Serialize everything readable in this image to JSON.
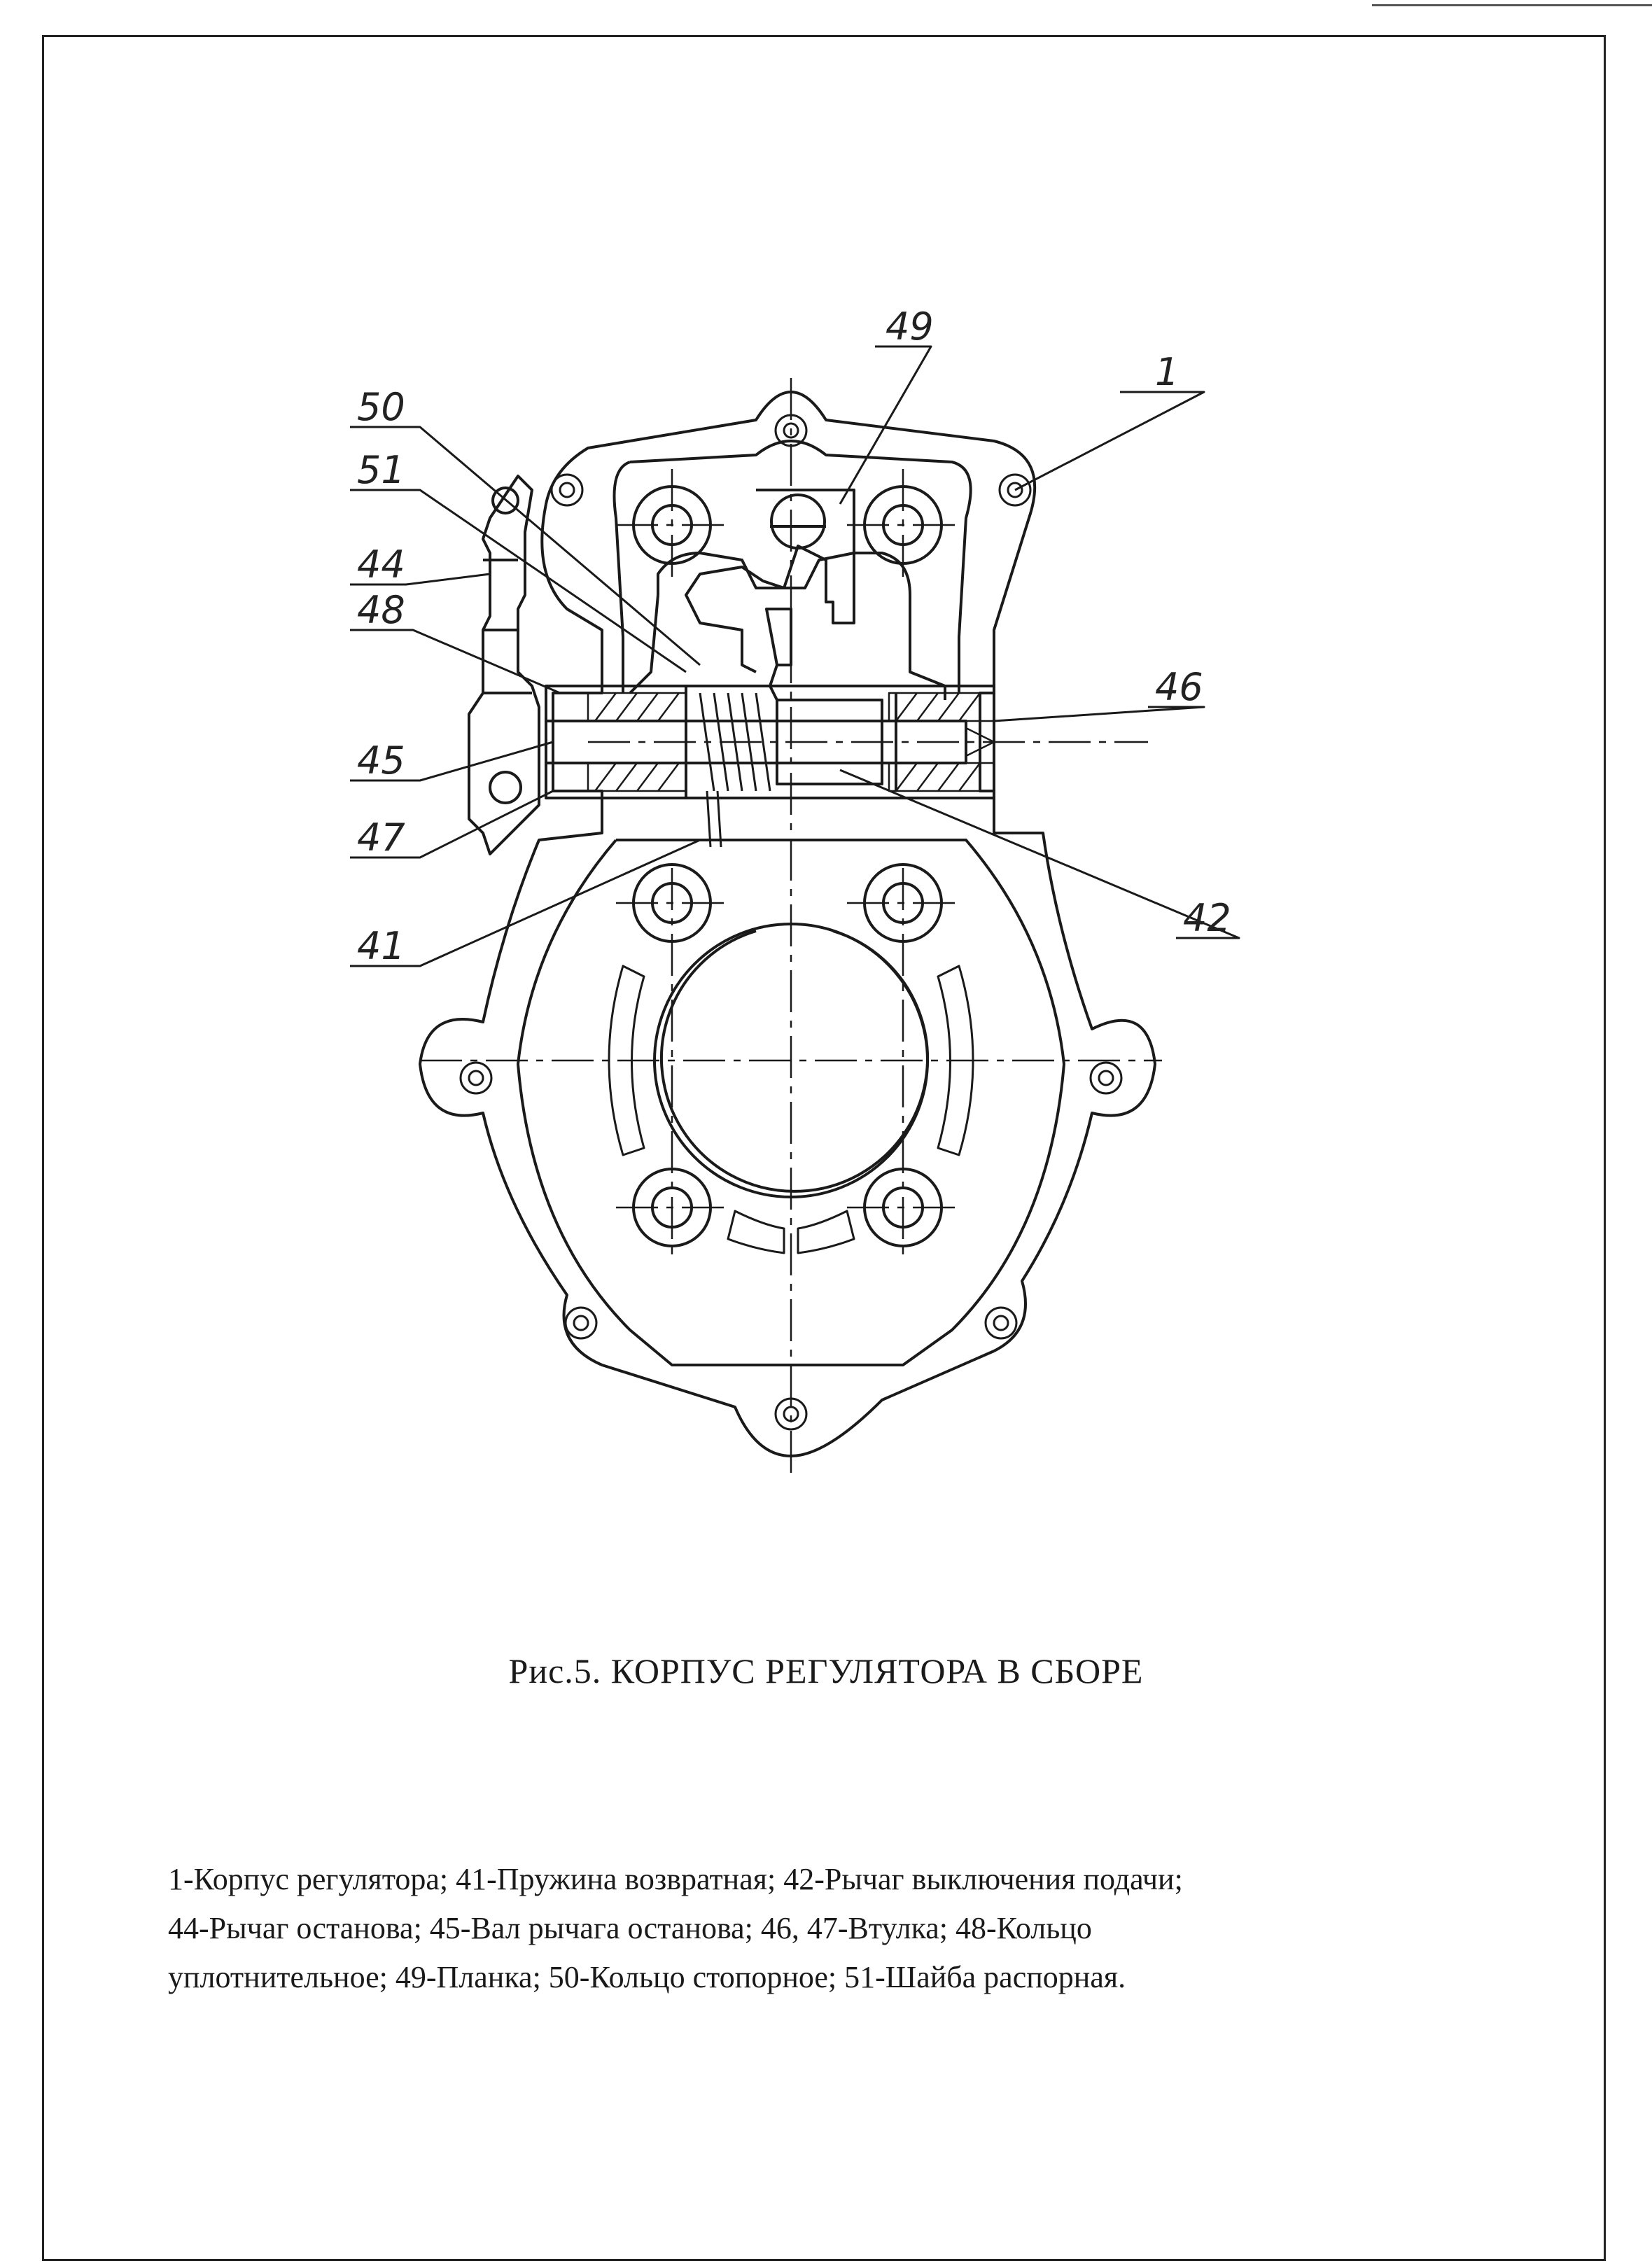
{
  "figure": {
    "caption": "Рис.5. КОРПУС РЕГУЛЯТОРА В СБОРЕ",
    "callouts": [
      {
        "id": "49",
        "text": "49"
      },
      {
        "id": "1",
        "text": "1"
      },
      {
        "id": "50",
        "text": "50"
      },
      {
        "id": "51",
        "text": "51"
      },
      {
        "id": "44",
        "text": "44"
      },
      {
        "id": "48",
        "text": "48"
      },
      {
        "id": "46",
        "text": "46"
      },
      {
        "id": "45",
        "text": "45"
      },
      {
        "id": "47",
        "text": "47"
      },
      {
        "id": "42",
        "text": "42"
      },
      {
        "id": "41",
        "text": "41"
      }
    ]
  },
  "legend": {
    "lines": [
      "1-Корпус регулятора; 41-Пружина возвратная; 42-Рычаг выключения подачи;",
      "44-Рычаг останова; 45-Вал рычага останова; 46, 47-Втулка; 48-Кольцо",
      "уплотнительное; 49-Планка; 50-Кольцо стопорное; 51-Шайба распорная."
    ]
  }
}
